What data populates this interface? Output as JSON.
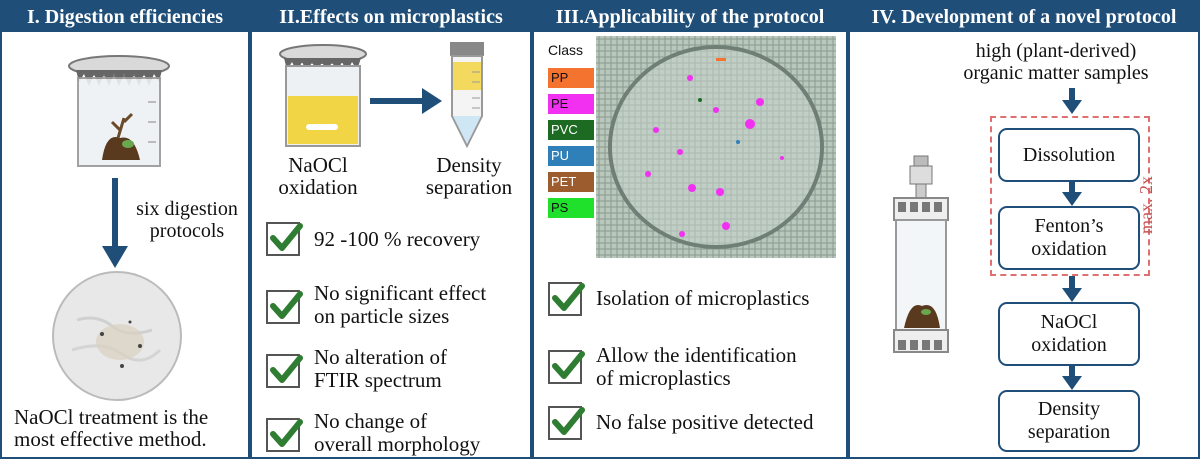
{
  "panels": [
    {
      "title": "I. Digestion efficiencies"
    },
    {
      "title": "II.Effects on microplastics"
    },
    {
      "title": "III.Applicability of the protocol"
    },
    {
      "title": "IV. Development of a novel protocol"
    }
  ],
  "panel1": {
    "arrow_label_1": "six digestion",
    "arrow_label_2": "protocols",
    "conclusion_1": "NaOCl treatment is the",
    "conclusion_2": "most effective method."
  },
  "panel2": {
    "step1_line1": "NaOCl",
    "step1_line2": "oxidation",
    "step2_line1": "Density",
    "step2_line2": "separation",
    "checks": [
      {
        "line1": "92 -100 % recovery",
        "line2": ""
      },
      {
        "line1": "No significant effect",
        "line2": "on particle sizes"
      },
      {
        "line1": "No alteration of",
        "line2": "FTIR spectrum"
      },
      {
        "line1": "No change of",
        "line2": "overall morphology"
      }
    ]
  },
  "panel3": {
    "legend_title": "Class",
    "classes": [
      {
        "label": "PP",
        "color": "#f4742f"
      },
      {
        "label": "PE",
        "color": "#f230f2"
      },
      {
        "label": "PVC",
        "color": "#1d6b23"
      },
      {
        "label": "PU",
        "color": "#2f7fb8"
      },
      {
        "label": "PET",
        "color": "#9c5c2e"
      },
      {
        "label": "PS",
        "color": "#1fe02a"
      }
    ],
    "checks": [
      {
        "line1": "Isolation of microplastics",
        "line2": ""
      },
      {
        "line1": "Allow the identification",
        "line2": "of microplastics"
      },
      {
        "line1": "No false positive detected",
        "line2": ""
      }
    ]
  },
  "panel4": {
    "intro_line1": "high (plant-derived)",
    "intro_line2": "organic matter samples",
    "loop_label": "max. 2x",
    "steps": [
      {
        "line1": "Dissolution",
        "line2": ""
      },
      {
        "line1": "Fenton’s",
        "line2": "oxidation"
      },
      {
        "line1": "NaOCl",
        "line2": "oxidation"
      },
      {
        "line1": "Density",
        "line2": "separation"
      }
    ]
  },
  "colors": {
    "header": "#1f4e79",
    "check": "#2e7d32",
    "arrow": "#1f4e79",
    "loop": "#e07070"
  }
}
